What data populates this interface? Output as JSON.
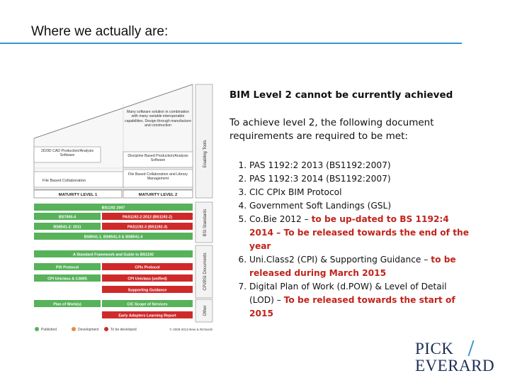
{
  "header": {
    "title": "Where we actually are:"
  },
  "main": {
    "heading": "BIM Level 2 cannot be currently achieved",
    "intro": "To achieve level 2, the following document requirements are required to be met:",
    "items": [
      {
        "text": "PAS 1192:2 2013 (BS1192:2007)",
        "note": ""
      },
      {
        "text": "PAS 1192:3 2014 (BS1192:2007)",
        "note": ""
      },
      {
        "text": "CIC CPIx BIM Protocol",
        "note": ""
      },
      {
        "text": "Government Soft Landings (GSL)",
        "note": ""
      },
      {
        "text": "Co.Bie 2012 – ",
        "note": "to be up-dated to BS 1192:4 2014 – To be released towards the end of the year"
      },
      {
        "text": "Uni.Class2 (CPI) & Supporting Guidance – ",
        "note": "to be released during March 2015"
      },
      {
        "text": "Digital Plan of Work (d.POW) & Level of Detail (LOD) – ",
        "note": "To be released towards the start of 2015"
      }
    ]
  },
  "diagram": {
    "wedge_text": "Many software solution in combination with many variable interoperable capabilities. Design through manufacture and construction",
    "cad_label": "2D/3D CAD Production/Analysis Software",
    "discipline_label": "Discipline Based Production/Analysis Software",
    "file_collab_1": "File Based Collaboration",
    "file_collab_2": "File Based Collaboration and Library Management",
    "maturity_1": "MATURITY LEVEL 1",
    "maturity_2": "MATURITY LEVEL 2",
    "side_enabling": "Enabling Tools",
    "side_bsi": "BSI Standards",
    "side_cpi": "CPI/BSI Documents",
    "side_other": "Other",
    "bars": {
      "bs1192": "BS1192 2007",
      "bs7000": "BS7000-4",
      "pas1192_2": "PAS1192-2:2012 (BS1192-2)",
      "bs8541_2": "BS8541-2: 2011",
      "pas1192_3": "PAS1192-3 (BS1192-3)",
      "bs8541_1": "BS8541-1, BS8541-3 & BS8541-4",
      "standard_framework": "A Standard Framework and Guide to BS1192",
      "pix": "PIX Protocol",
      "cpix": "CPIx Protocol",
      "cpi_caws": "CPI Uniclass & CAWS",
      "cpi_unified": "CPI Uniclass (unified)",
      "supporting": "Supporting Guidance",
      "plan_of_work": "Plan of Work(s)",
      "cic_scope": "CIC Scope of Services",
      "early_adopters": "Early Adopters Learning Report"
    },
    "legend": {
      "published": "Published",
      "development": "Development",
      "developed": "To be developed",
      "copyright": "© 2008-2012 Bew & Richards"
    }
  },
  "logo": {
    "line1": "PICK",
    "line2": "EVERARD"
  },
  "colors": {
    "rule": "#3a94d0",
    "green": "#57b25a",
    "red": "#cf2a2a",
    "orange": "#e98a3c",
    "emphasis": "#c0241c",
    "logo": "#1c2d54"
  }
}
